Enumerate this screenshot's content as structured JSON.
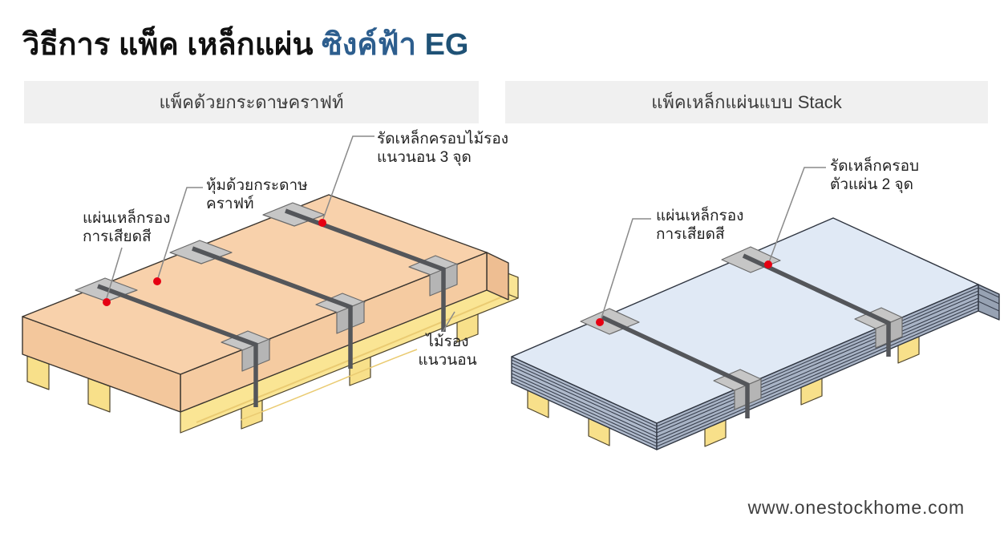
{
  "title": {
    "black": "วิธีการ แพ็ค เหล็กแผ่น ",
    "blue": "ซิงค์ฟ้า ",
    "blue_bold": "EG"
  },
  "panels": {
    "left": {
      "header": "แพ็คด้วยกระดาษคราฟท์",
      "labels": {
        "pad_friction": "แผ่นเหล็กรอง\nการเสียดสี",
        "kraft_wrap": "หุ้มด้วยกระดาษ\nคราฟท์",
        "strap_3_points": "รัดเหล็กครอบไม้รอง\nแนวนอน 3 จุด",
        "wood_support": "ไม้รอง\nแนวนอน"
      }
    },
    "right": {
      "header": "แพ็คเหล็กแผ่นแบบ Stack",
      "labels": {
        "strap_2_points": "รัดเหล็กครอบ\nตัวแผ่น 2 จุด",
        "pad_friction": "แผ่นเหล็กรอง\nการเสียดสี"
      }
    }
  },
  "footer": {
    "website": "www.onestockhome.com"
  },
  "colors": {
    "accent_blue": "#2D5E8E",
    "kraft_paper": "#F8D1AB",
    "steel_sheet": "#E0E9F5",
    "wood": "#FAE594",
    "strap": "#54565A",
    "marker_red": "#E60012",
    "header_bar_bg": "#F0F0F0"
  }
}
